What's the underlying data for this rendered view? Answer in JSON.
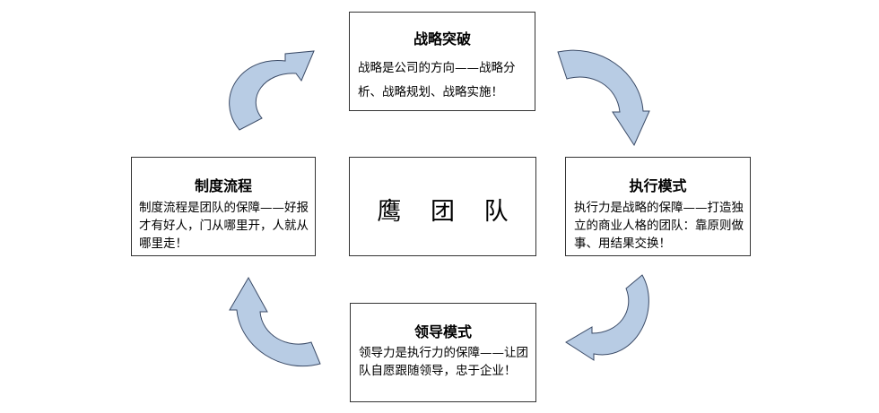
{
  "center": {
    "label": "鹰 团 队"
  },
  "boxes": {
    "top": {
      "title": "战略突破",
      "body": "战略是公司的方向——战略分析、战略规划、战略实施！"
    },
    "right": {
      "title": "执行模式",
      "body": "执行力是战略的保障——打造独立的商业人格的团队：靠原则做事、用结果交换！"
    },
    "bottom": {
      "title": "领导模式",
      "body": "领导力是执行力的保障——让团队自愿跟随领导，忠于企业！"
    },
    "left": {
      "title": "制度流程",
      "body": "制度流程是团队的保障——好报才有好人，门从哪里开，人就从哪里走！"
    }
  },
  "colors": {
    "arrow_fill": "#b8cce4",
    "arrow_stroke": "#3a4a66",
    "box_border": "#333333"
  }
}
